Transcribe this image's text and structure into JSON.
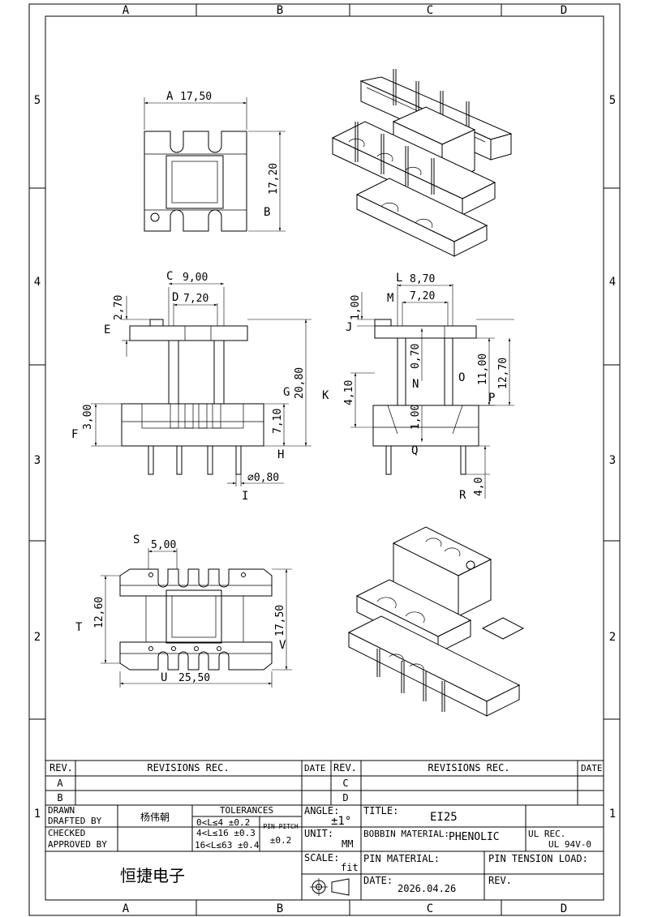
{
  "frame": {
    "columns": [
      "A",
      "B",
      "C",
      "D"
    ],
    "rows": [
      "5",
      "4",
      "3",
      "2",
      "1"
    ]
  },
  "dimensions": {
    "top_width_letter": "A",
    "top_width_value": "17,50",
    "top_height_letter": "B",
    "top_height_value": "17,20",
    "front_c_letter": "C",
    "front_c_value": "9,00",
    "front_d_letter": "D",
    "front_d_value": "7,20",
    "front_e_letter": "E",
    "front_e_value": "2,70",
    "front_f_letter": "F",
    "front_f_value": "3,00",
    "front_g_letter": "G",
    "front_g_value": "20,80",
    "front_h_letter": "H",
    "front_h_value": "7,10",
    "front_i_letter": "I",
    "front_i_value": "⌀0,80",
    "side_l_letter": "L",
    "side_l_value": "8,70",
    "side_m_letter": "M",
    "side_m_value": "7,20",
    "side_j_letter": "J",
    "side_j_value": "1,00",
    "side_k_letter": "K",
    "side_k_value": "4,10",
    "side_n_letter": "N",
    "side_n_value": "0,70",
    "side_o_letter": "O",
    "side_o_value": "11,00",
    "side_p_letter": "P",
    "side_p_value": "12,70",
    "side_q_letter": "Q",
    "side_q_value": "1,00",
    "side_r_letter": "R",
    "side_r_value": "4,0",
    "bottom_s_letter": "S",
    "bottom_s_value": "5,00",
    "bottom_t_letter": "T",
    "bottom_t_value": "12,60",
    "bottom_u_letter": "U",
    "bottom_u_value": "25,50",
    "bottom_v_letter": "V",
    "bottom_v_value": "17,50"
  },
  "title_block": {
    "rev_label": "REV.",
    "revisions_label": "REVISIONS REC.",
    "date_label": "DATE",
    "rev_rows_left": [
      "A",
      "B"
    ],
    "rev_rows_right": [
      "C",
      "D"
    ],
    "drawn_label": "DRAWN",
    "drafted_label": "DRAFTED  BY",
    "drafted_name": "杨伟朝",
    "checked_label": "CHECKED",
    "approved_label": "APPROVED BY",
    "tolerances_label": "TOLERANCES",
    "tol_1": "0<L≤4  ±0.2",
    "tol_2": "4<L≤16 ±0.3",
    "tol_3": "16<L≤63 ±0.4",
    "pin_pitch_label": "PIN PITCH",
    "pin_pitch_value": "±0.2",
    "angle_label": "ANGLE:",
    "angle_value": "±1°",
    "unit_label": "UNIT:",
    "unit_value": "MM",
    "scale_label": "SCALE:",
    "scale_value": "fit",
    "title_label": "TITLE:",
    "title_value": "EI25",
    "bobbin_material_label": "BOBBIN MATERIAL:",
    "bobbin_material_value": "PHENOLIC",
    "ul_label": "UL REC.",
    "ul_value": "UL 94V-0",
    "pin_material_label": "PIN MATERIAL:",
    "pin_tension_label": "PIN TENSION LOAD:",
    "date_field_label": "DATE:",
    "date_value": "2026.04.26",
    "rev_field_label": "REV.",
    "company": "恒捷电子"
  }
}
